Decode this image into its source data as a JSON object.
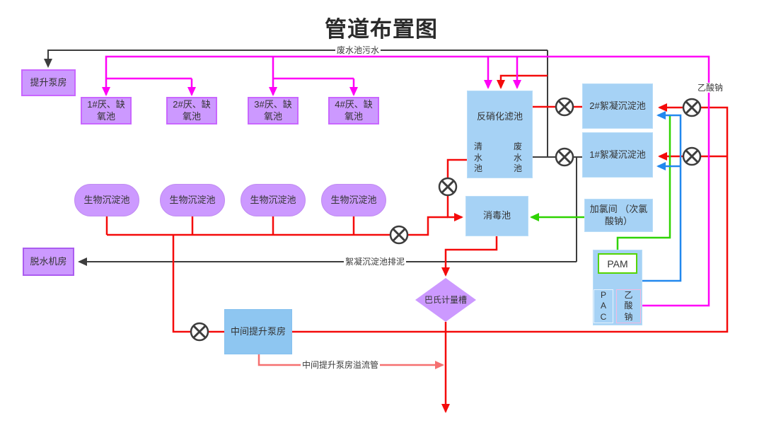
{
  "title": "管道布置图",
  "nodes": {
    "lift_pump": {
      "label": "提升泵房"
    },
    "anoxic_tanks": [
      {
        "label": "1#厌、缺氧池"
      },
      {
        "label": "2#厌、缺氧池"
      },
      {
        "label": "3#厌、缺氧池"
      },
      {
        "label": "4#厌、缺氧池"
      }
    ],
    "bio_tanks": [
      {
        "label": "生物沉淀池"
      },
      {
        "label": "生物沉淀池"
      },
      {
        "label": "生物沉淀池"
      },
      {
        "label": "生物沉淀池"
      }
    ],
    "denitrification": {
      "label": "反硝化滤池",
      "clear_pool": "清\n水\n池",
      "waste_pool": "废\n水\n池"
    },
    "floc2": {
      "label": "2#絮凝沉淀池"
    },
    "floc1": {
      "label": "1#絮凝沉淀池"
    },
    "disinfection": {
      "label": "消毒池"
    },
    "chlorination": {
      "label": "加氯间 （次氯酸钠）"
    },
    "pam": {
      "label": "PAM"
    },
    "pac": {
      "label": "P\nA\nC"
    },
    "acetate_tank": {
      "label": "乙\n酸\n钠"
    },
    "dewatering": {
      "label": "脱水机房"
    },
    "pasteur_flume": {
      "label": "巴氏计量槽"
    },
    "mid_pump": {
      "label": "中间提升泵房"
    }
  },
  "pipe_labels": {
    "wastewater": "废水池污水",
    "sludge": "絮凝沉淀池排泥",
    "overflow": "中间提升泵房溢流管",
    "acetate": "乙酸钠"
  },
  "icons": {
    "valve": "circle-x-valve"
  },
  "colors": {
    "purple_fill": "#cc99ff",
    "purple_border": "#c966ff",
    "blue_fill": "#a6d2f5",
    "blue_fill_deep": "#8ec6f1",
    "red": "#f40b0b",
    "salmon": "#f57070",
    "magenta": "#ff00f7",
    "green": "#2ed300",
    "blue": "#2288ee",
    "black": "#3d3d3d",
    "pam_border": "#55d400",
    "acetate_border": "#f5b8e0"
  }
}
